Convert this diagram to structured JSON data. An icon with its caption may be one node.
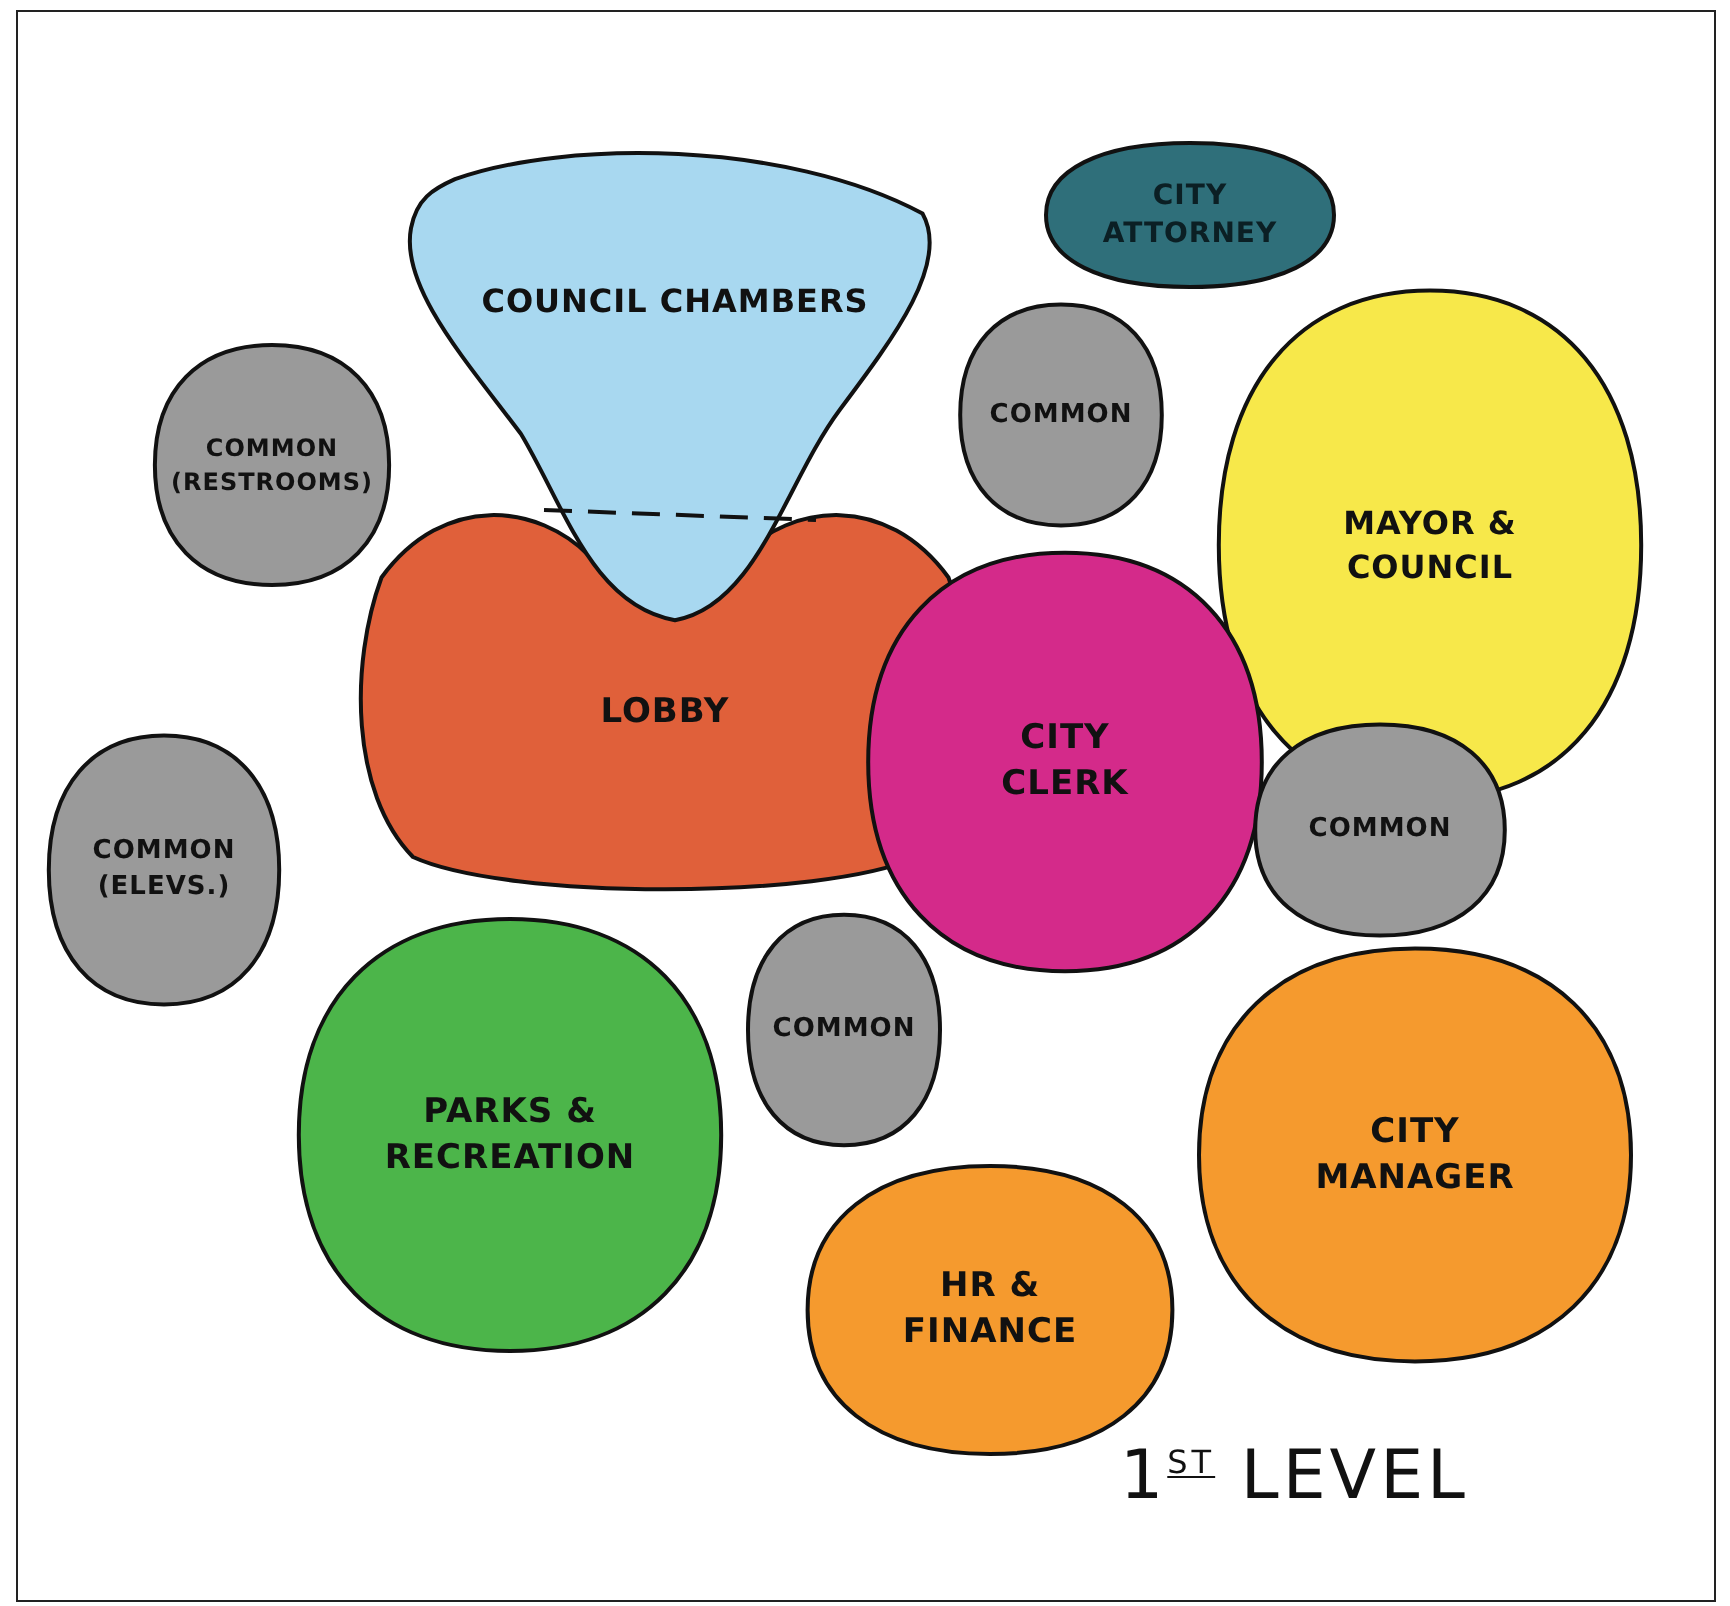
{
  "diagram": {
    "nodes": [
      {
        "text": [
          "COUNCIL CHAMBERS"
        ]
      },
      {
        "text": [
          "CITY ATTORNEY"
        ]
      },
      {
        "text": [
          "COMMON (RESTROOMS)"
        ]
      },
      {
        "text": [
          "COMMON"
        ]
      },
      {
        "text": [
          "MAYOR & COUNCIL"
        ]
      },
      {
        "text": [
          "LOBBY"
        ]
      },
      {
        "text": [
          "CITY CLERK"
        ]
      },
      {
        "text": [
          "COMMON (ELEVS.)"
        ]
      },
      {
        "text": [
          "COMMON"
        ]
      },
      {
        "text": [
          "PARKS & RECREATION"
        ]
      },
      {
        "text": [
          "COMMON"
        ]
      },
      {
        "text": [
          "CITY MANAGER"
        ]
      },
      {
        "text": [
          "HR & FINANCE"
        ]
      }
    ],
    "labels": [
      "1$^{ST}$ LEVEL"
    ]
  }
}
